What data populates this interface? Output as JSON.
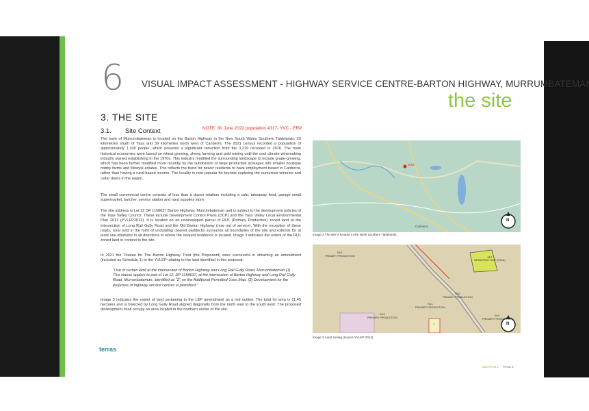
{
  "header": {
    "chapter_number": "6",
    "report_title": "VISUAL IMPACT ASSESSMENT - HIGHWAY SERVICE CENTRE-BARTON HIGHWAY, MURRUMBATEMAN",
    "section_tag": "the site"
  },
  "section": {
    "heading": "3.    THE SITE",
    "sub_number": "3.1.",
    "sub_title": "Site Context"
  },
  "note": "NOTE: 30 June 2022 population 4317- YVC - ERP",
  "paragraphs": {
    "p1": "The town of Murrumbateman is located on the Barton Highway in the New South Wales Southern Tablelands, 20 kilometres south of Yass and 39 kilometres north west of Canberra. The 2021 census recorded a population of approximately 1,100 people, which presents a significant reduction from the 3,219 recorded in 2016. The main historical economies were based on wheat growing, sheep farming and gold mining until the cool climate winemaking industry started establishing in the 1970s. This industry modified the surrounding landscape to include grape-growing, which has been further modified more recently by the subdivision of large productive acreages into smaller boutique hobby farms and lifestyle estates. This reflects the trend for newer residents to have employment based in Canberra, rather than having a rural-based income. The locality is now popular for tourists exploring the numerous wineries and cellar doors in the region.",
    "p2": "The small commercial centre consists of less than a dozen retailers including a cafe, takeaway food, garage small supermarket, butcher, service station and rural supplies store.",
    "p3": "The site address is Lot 12 DP 1158637 Barton Highway, Murrumbateman and is subject to the development policies of the Yass Valley Council. These include Development Control Plans (DCP) and the Yass Valley Local Environmental Plan 2013 (YVLEP2013). It is located on an undeveloped parcel of RU1 (Primary Production) zoned land at the intersection of Long Rail Gully Road and the Old Barton Highway (now out of service). With the exception of these roads, rural land in the form of undulating cleared paddocks surrounds all boundaries of the site and extends for at least one kilometre in all directions to where the nearest residence is located. Image 3 indicates the extent of the RU1 zoned land in context to the site.",
    "p4": "In 2021 the Trustee for The Barton Highway Trust (the Proponent) were successful in obtaining an amendment (included as Schedule 1) to the YVLEP relating to the land identified in this proposal:",
    "quote": "\"Use of certain land at the intersection of Barton Highway and Long Rail Gully Road, Murrumbateman (1)  This clause applies to part of Lot 12, DP 1158637, at the intersection of Barton Highway and Long Rail Gully Road, Murrumbateman, identified as \"2\" on the Additional Permitted Uses Map. (2)  Development for the purposes of highway service centres is permitted.\"",
    "p5": "Image 3 indicates the extent of land pertaining to the LEP amendment as a red outline. The total lot area is 11.45 hectares and is bisected by Long Gully Road aligned diagonally from the north east to the south west. The proposed development shall occupy an area located in the northern sector of the site."
  },
  "images": {
    "map1_caption": "Image 2   The site is located in the NSW Southern Tablelands.",
    "map1_site_label": "SITE",
    "map1_town_label": "Canberra",
    "map2_caption": "Image 3   Land zoning (source YVLEP 2013)",
    "north_label": "N",
    "zones": [
      {
        "code": "RU1",
        "name": "PRIMARY PRODUCTION"
      },
      {
        "code": "SP2",
        "name": "INFRASTRUCTURE (ROAD)"
      },
      {
        "code": "RU1",
        "name": "PRIMARY PRODUCTION"
      },
      {
        "code": "RU1",
        "name": "PRIMARY PRODUCTION"
      },
      {
        "code": "RU1",
        "name": "PRIMARY PRODUCTION"
      },
      {
        "code": "RU1",
        "name": "PRIMARY PRODUCTION"
      }
    ],
    "site_zone": "1"
  },
  "footer": {
    "logo": "terras",
    "section": "SECTION 3",
    "page": "PAGE 6"
  },
  "colors": {
    "accent_green": "#8dc63f",
    "note_red": "#e0261b"
  }
}
